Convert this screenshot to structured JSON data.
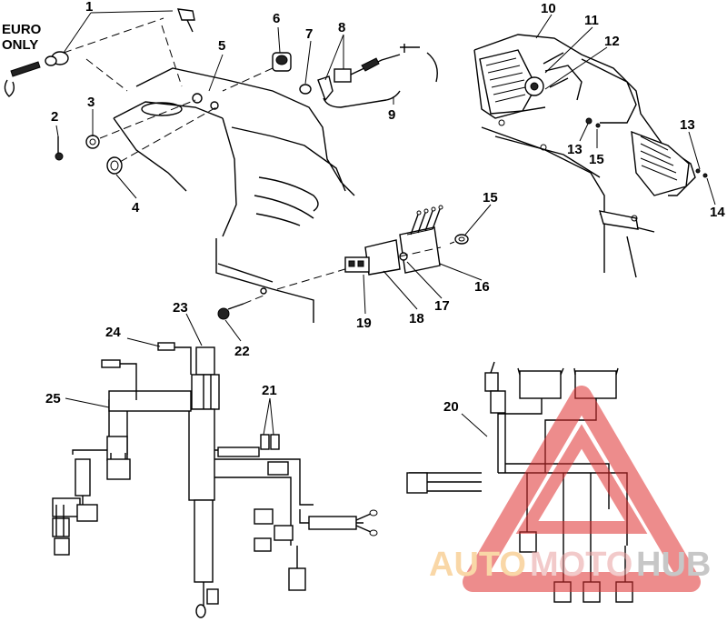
{
  "header": {
    "euro_line1": "EURO",
    "euro_line2": "ONLY"
  },
  "callouts": {
    "c1": "1",
    "c2": "2",
    "c3": "3",
    "c4": "4",
    "c5": "5",
    "c6": "6",
    "c7": "7",
    "c8": "8",
    "c9": "9",
    "c10": "10",
    "c11": "11",
    "c12": "12",
    "c13a": "13",
    "c13b": "13",
    "c14": "14",
    "c15a": "15",
    "c15b": "15",
    "c16": "16",
    "c17": "17",
    "c18": "18",
    "c19": "19",
    "c20": "20",
    "c21": "21",
    "c22": "22",
    "c23": "23",
    "c24": "24",
    "c25": "25"
  },
  "watermark": {
    "part1": "AUTO",
    "part2": "MOTO",
    "part3": "HUB",
    "color1": "#f5b860",
    "color2": "#e9a0a0",
    "color3": "#9a9a9a"
  }
}
